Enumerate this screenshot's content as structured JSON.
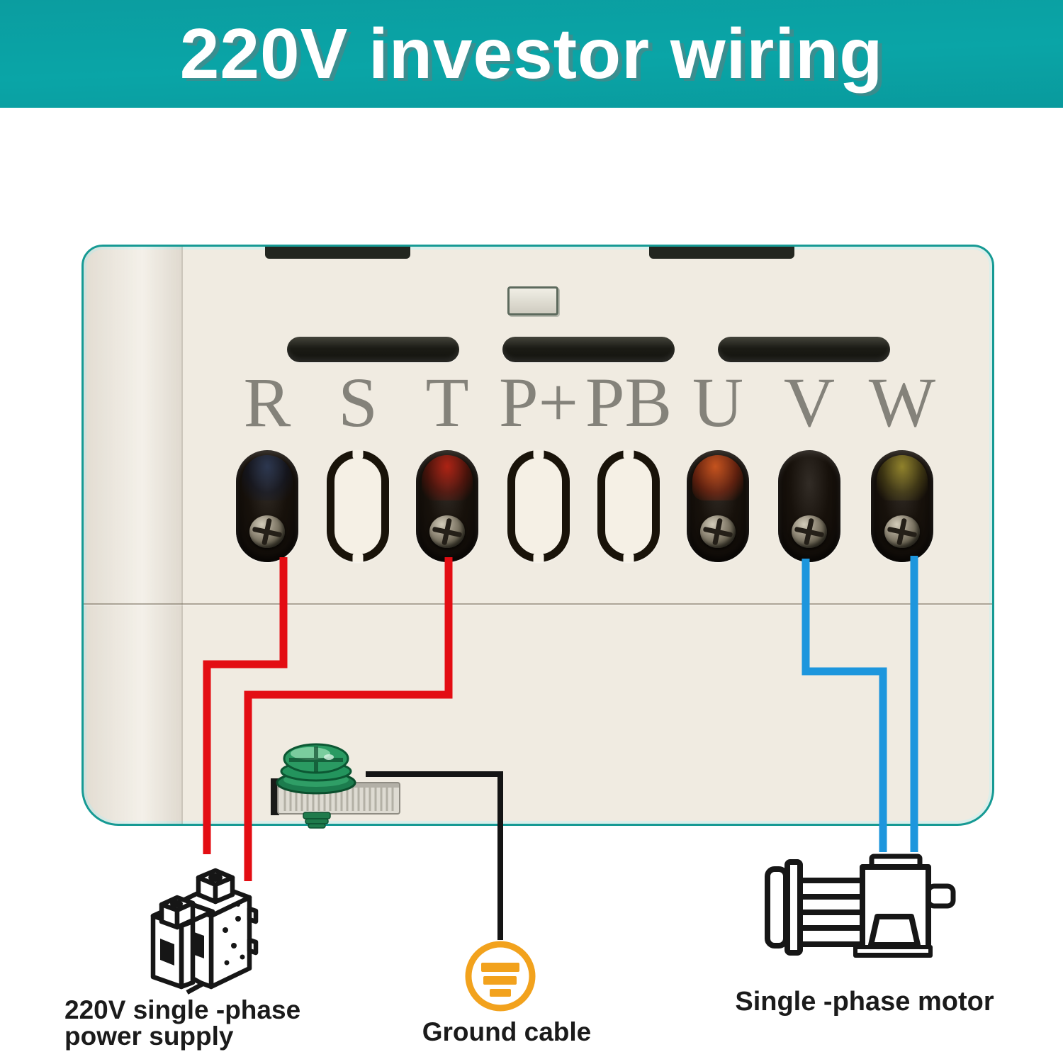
{
  "header": {
    "title": "220V investor wiring",
    "bg_color": "#0aa4a6",
    "text_color": "#ffffff"
  },
  "device": {
    "body_color": "#f0ebe1",
    "border_color": "#169a94",
    "terminals": [
      {
        "label": "R",
        "style": "dark",
        "tint": "blue"
      },
      {
        "label": "S",
        "style": "empty",
        "tint": ""
      },
      {
        "label": "T",
        "style": "dark",
        "tint": "red"
      },
      {
        "label": "P+",
        "style": "empty",
        "tint": ""
      },
      {
        "label": "PB",
        "style": "empty",
        "tint": ""
      },
      {
        "label": "U",
        "style": "dark",
        "tint": "orange"
      },
      {
        "label": "V",
        "style": "dark",
        "tint": ""
      },
      {
        "label": "W",
        "style": "dark",
        "tint": "yellow"
      }
    ]
  },
  "wires": {
    "phase_color": "#e30d13",
    "motor_color": "#1d96dd",
    "ground_color": "#141414"
  },
  "callouts": {
    "power_supply": {
      "line1": "220V single -phase",
      "line2": "power supply"
    },
    "ground": {
      "label": "Ground cable",
      "symbol_color": "#f2a21d"
    },
    "motor": {
      "label": "Single -phase motor"
    }
  },
  "icons": {
    "breaker": "circuit-breaker-icon",
    "motor": "motor-icon",
    "ground": "ground-symbol-icon",
    "ground_screw": "ground-screw-icon"
  }
}
